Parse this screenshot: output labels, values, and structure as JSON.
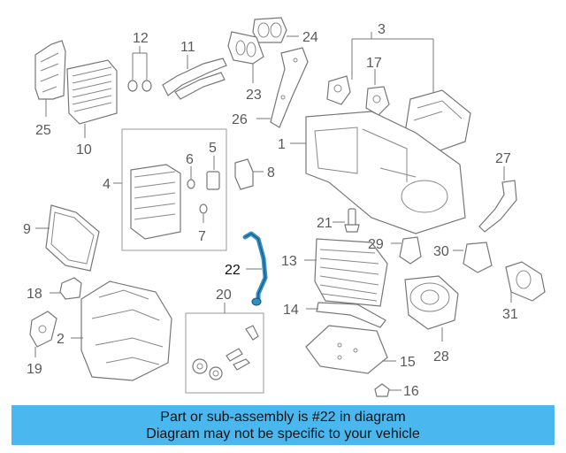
{
  "highlight_color": "#2f8ec4",
  "banner_color": "#4ab8ef",
  "highlighted_part": "22",
  "callouts": {
    "c1": "1",
    "c2": "2",
    "c3": "3",
    "c4": "4",
    "c5": "5",
    "c6": "6",
    "c7": "7",
    "c8": "8",
    "c9": "9",
    "c10": "10",
    "c11": "11",
    "c12": "12",
    "c13": "13",
    "c14": "14",
    "c15": "15",
    "c16": "16",
    "c17": "17",
    "c18": "18",
    "c19": "19",
    "c20": "20",
    "c21": "21",
    "c22": "22",
    "c23": "23",
    "c24": "24",
    "c25": "25",
    "c26": "26",
    "c27": "27",
    "c28": "28",
    "c29": "29",
    "c30": "30",
    "c31": "31"
  },
  "banner": {
    "line1": "Part or sub-assembly is #22 in diagram",
    "line2": "Diagram may not be specific to your vehicle"
  }
}
